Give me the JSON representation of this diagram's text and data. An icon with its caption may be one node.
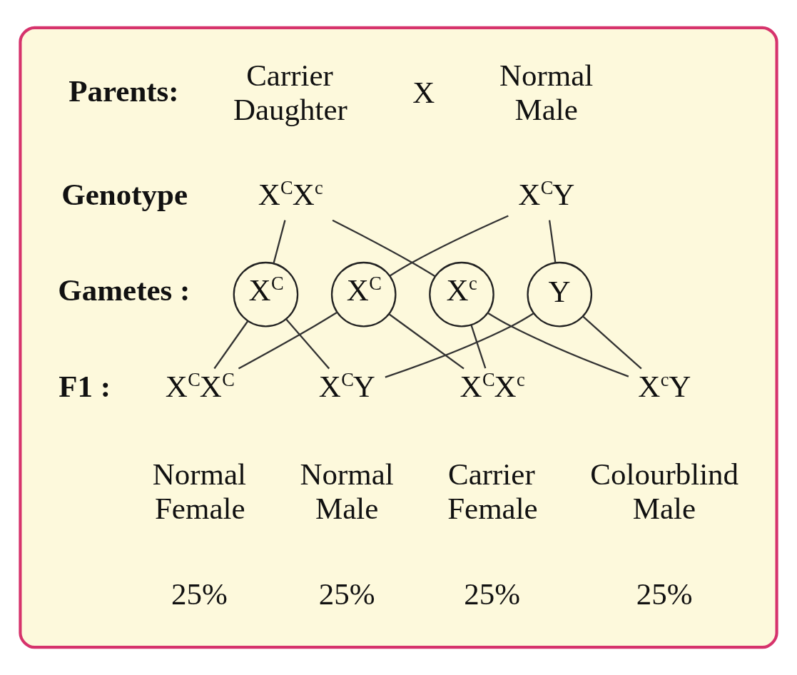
{
  "diagram": {
    "nodes": [
      {
        "text": [],
        "shape": "box"
      },
      {
        "text": [
          "X$^{C}$X$^{c}$"
        ],
        "beside": [
          "Carrier Daughter"
        ],
        "in": 0
      },
      {
        "text": [
          "X$^{C}$Y"
        ],
        "beside": [
          "Normal Male"
        ],
        "in": 0
      },
      {
        "text": [
          "X$^{C}$"
        ],
        "in": 0
      },
      {
        "text": [
          "X$^{c}$"
        ],
        "in": 0
      },
      {
        "text": [
          "X$^{C}$"
        ],
        "in": 0
      },
      {
        "text": [
          "Y"
        ],
        "in": 0
      },
      {
        "text": [
          "X$^{C}$X$^{C}$"
        ],
        "beside": [
          "Normal Female",
          "25%"
        ],
        "in": 0
      },
      {
        "text": [
          "X$^{C}$Y"
        ],
        "beside": [
          "Normal Male",
          "25%"
        ],
        "in": 0
      },
      {
        "text": [
          "X$^{C}$X$^{c}$"
        ],
        "beside": [
          "Carrier Female",
          "25%"
        ],
        "in": 0
      },
      {
        "text": [
          "X$^{c}$Y"
        ],
        "beside": [
          "Colourblind Male",
          "25%"
        ],
        "in": 0
      }
    ],
    "edges": [
      {
        "from": 1,
        "to": 3,
        "arrow": "none"
      },
      {
        "from": 1,
        "to": 4,
        "arrow": "none"
      },
      {
        "from": 2,
        "to": 5,
        "arrow": "none"
      },
      {
        "from": 2,
        "to": 6,
        "arrow": "none"
      },
      {
        "from": 3,
        "to": 7,
        "arrow": "none"
      },
      {
        "from": 3,
        "to": 8,
        "arrow": "none"
      },
      {
        "from": 4,
        "to": 9,
        "arrow": "none"
      },
      {
        "from": 4,
        "to": 10,
        "arrow": "none"
      },
      {
        "from": 5,
        "to": 7,
        "arrow": "none"
      },
      {
        "from": 5,
        "to": 9,
        "arrow": "none"
      },
      {
        "from": 6,
        "to": 8,
        "arrow": "none"
      },
      {
        "from": 6,
        "to": 10,
        "arrow": "none"
      }
    ],
    "labels": [
      "Parents:",
      "X",
      "Genotype",
      "Gametes :",
      "F1 :"
    ]
  }
}
